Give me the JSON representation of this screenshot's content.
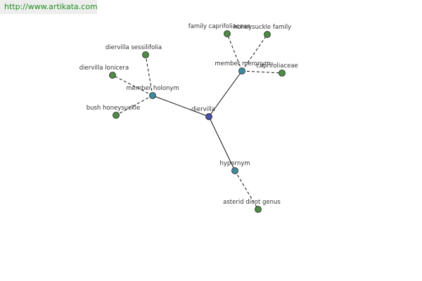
{
  "watermark": "http://www.artikata.com",
  "colors": {
    "center": "#4a4fa8",
    "relation": "#3f8a9a",
    "leaf": "#4e8b45",
    "edge": "#111111"
  },
  "graph": {
    "center": "diervilla",
    "relations": [
      "member meronym",
      "member holonym",
      "hypernym"
    ],
    "leaves": {
      "member meronym": [
        "family caprifoliaceae",
        "honeysuckle family",
        "caprifoliaceae"
      ],
      "member holonym": [
        "diervilla sessilifolia",
        "diervilla lonicera",
        "bush honeysuckle"
      ],
      "hypernym": [
        "asterid dicot genus"
      ]
    }
  }
}
